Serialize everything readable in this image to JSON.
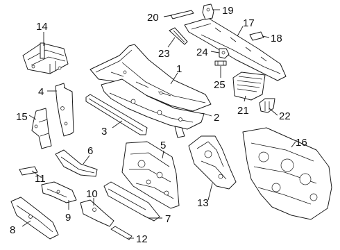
{
  "callouts": [
    {
      "id": "c1",
      "label": "1"
    },
    {
      "id": "c2",
      "label": "2"
    },
    {
      "id": "c3",
      "label": "3"
    },
    {
      "id": "c4",
      "label": "4"
    },
    {
      "id": "c5",
      "label": "5"
    },
    {
      "id": "c6",
      "label": "6"
    },
    {
      "id": "c7",
      "label": "7"
    },
    {
      "id": "c8",
      "label": "8"
    },
    {
      "id": "c9",
      "label": "9"
    },
    {
      "id": "c10",
      "label": "10"
    },
    {
      "id": "c11",
      "label": "11"
    },
    {
      "id": "c12",
      "label": "12"
    },
    {
      "id": "c13",
      "label": "13"
    },
    {
      "id": "c14",
      "label": "14"
    },
    {
      "id": "c15",
      "label": "15"
    },
    {
      "id": "c16",
      "label": "16"
    },
    {
      "id": "c17",
      "label": "17"
    },
    {
      "id": "c18",
      "label": "18"
    },
    {
      "id": "c19",
      "label": "19"
    },
    {
      "id": "c20",
      "label": "20"
    },
    {
      "id": "c21",
      "label": "21"
    },
    {
      "id": "c22",
      "label": "22"
    },
    {
      "id": "c23",
      "label": "23"
    },
    {
      "id": "c24",
      "label": "24"
    },
    {
      "id": "c25",
      "label": "25"
    }
  ],
  "colors": {
    "ink": "#1a1a1a",
    "background": "#ffffff"
  }
}
